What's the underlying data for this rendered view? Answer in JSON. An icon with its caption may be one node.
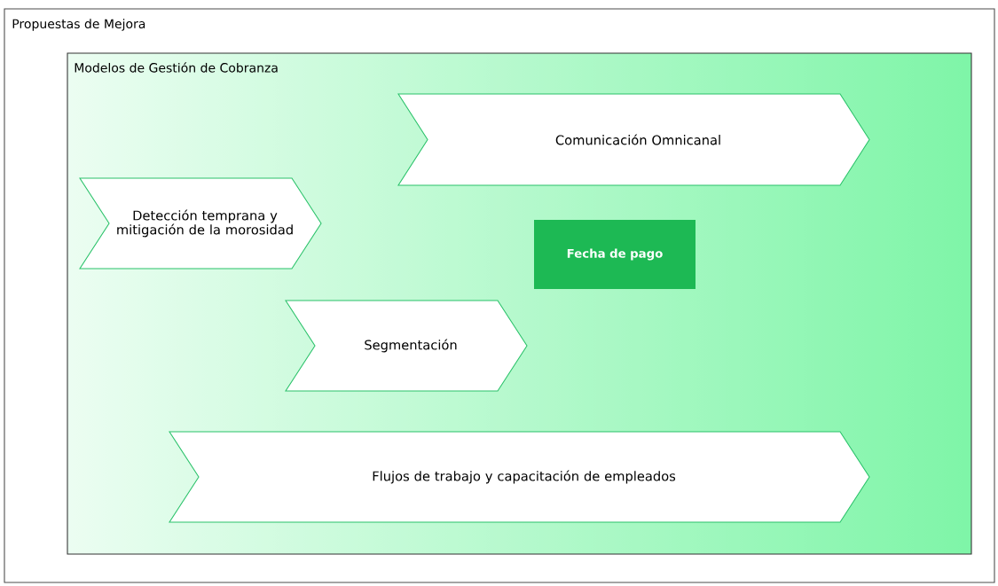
{
  "diagram": {
    "nodes": [
      {
        "text": [
          "Propuestas de Mejora"
        ]
      },
      {
        "text": [
          "Modelos de Gestión de Cobranza"
        ],
        "in": 0
      },
      {
        "text": [
          "Comunicación Omnicanal"
        ],
        "in": 1
      },
      {
        "text": [
          "Detección temprana y mitigación de la morosidad"
        ],
        "in": 1
      },
      {
        "text": [
          "Fecha de pago"
        ],
        "in": 1
      },
      {
        "text": [
          "Segmentación"
        ],
        "in": 1
      },
      {
        "text": [
          "Flujos de trabajo y capacitación de empleados"
        ],
        "in": 1
      }
    ]
  }
}
